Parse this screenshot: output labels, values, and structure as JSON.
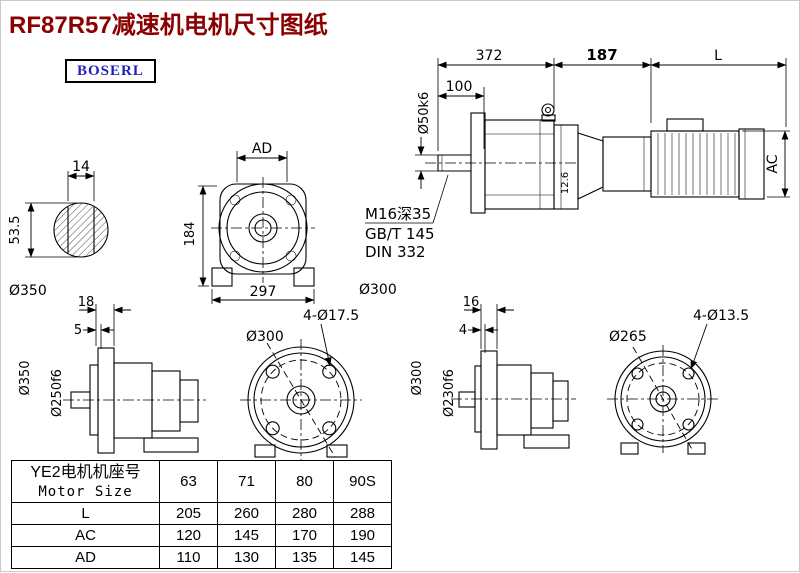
{
  "page": {
    "title": "RF87R57减速机电机尺寸图纸",
    "logo": "BOSERL"
  },
  "side_view": {
    "dim_total_length": "372",
    "dim_mid_length": "187",
    "dim_motor_length": "L",
    "dim_shaft_length": "100",
    "dim_shaft_dia": "Ø50k6",
    "dim_motor_dia": "AC",
    "dim_step": "12.6",
    "note_thread": "M16深35",
    "note_standard1": "GB/T 145",
    "note_standard2": "DIN 332"
  },
  "shaft_section": {
    "dim_key_width": "14",
    "dim_height": "53.5",
    "dim_flange_dia": "Ø350"
  },
  "front_view": {
    "dim_AD": "AD",
    "dim_height": "184",
    "dim_width": "297",
    "dim_flange_dia": "Ø300"
  },
  "flange_left": {
    "dim_thickness": "18",
    "dim_spigot_depth": "5",
    "dim_outer_dia": "Ø350",
    "dim_spigot_dia": "Ø250f6",
    "dim_bolt_holes": "4-Ø17.5",
    "dim_bolt_circle": "Ø300"
  },
  "flange_right": {
    "dim_thickness": "16",
    "dim_spigot_depth": "4",
    "dim_outer_dia": "Ø300",
    "dim_spigot_dia": "Ø230f6",
    "dim_bolt_holes": "4-Ø13.5",
    "dim_bolt_circle": "Ø265"
  },
  "table": {
    "header_label_cn": "YE2电机机座号",
    "header_label_en": "Motor Size",
    "columns": [
      "63",
      "71",
      "80",
      "90S"
    ],
    "rows": [
      {
        "label": "L",
        "values": [
          "205",
          "260",
          "280",
          "288"
        ]
      },
      {
        "label": "AC",
        "values": [
          "120",
          "145",
          "170",
          "190"
        ]
      },
      {
        "label": "AD",
        "values": [
          "110",
          "130",
          "135",
          "145"
        ]
      }
    ]
  }
}
